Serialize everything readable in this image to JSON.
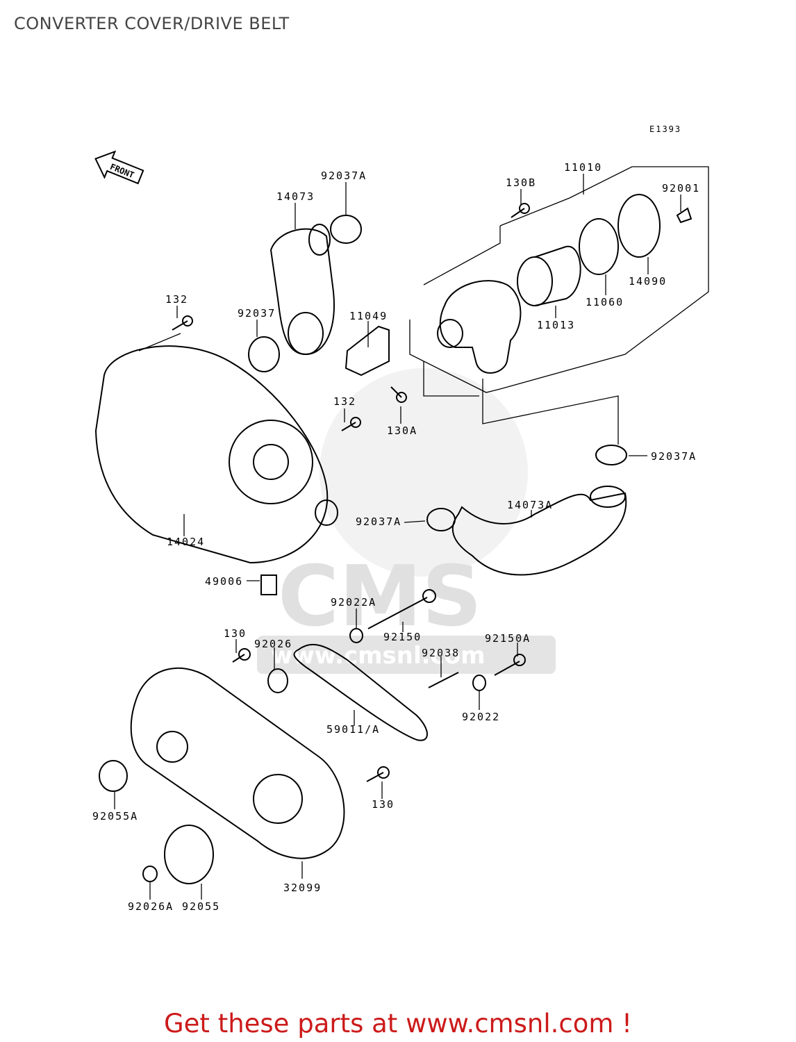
{
  "header": {
    "title": "CONVERTER COVER/DRIVE BELT"
  },
  "diagram": {
    "ref_code": "E1393",
    "front_arrow_label": "FRONT",
    "watermark_text": "www.cmsnl.com",
    "part_labels": [
      "14073",
      "92037A",
      "130B",
      "11010",
      "92001",
      "14090",
      "11060",
      "11013",
      "132",
      "92037",
      "11049",
      "132",
      "130A",
      "92037A",
      "14073A",
      "92037A",
      "14024",
      "49006",
      "92022A",
      "130",
      "92026",
      "92150",
      "92038",
      "92150A",
      "92022",
      "59011/A",
      "92055A",
      "130",
      "32099",
      "92026A",
      "92055"
    ]
  },
  "footer": {
    "cta_text": "Get these parts at www.cmsnl.com !"
  },
  "colors": {
    "title": "#444444",
    "footer": "#cc1a1a",
    "watermark": "#e6e6e6"
  }
}
